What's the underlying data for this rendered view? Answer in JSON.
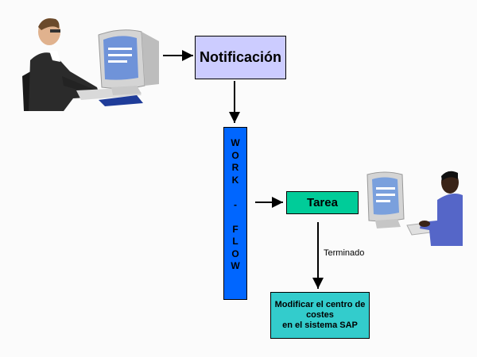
{
  "diagram": {
    "nodes": {
      "notification": "Notificación",
      "workflow_letters": [
        "W",
        "O",
        "R",
        "K",
        "",
        "-",
        "",
        "F",
        "L",
        "O",
        "W"
      ],
      "task": "Tarea",
      "modify_lines": [
        "Modificar el centro de",
        "costes",
        "en el sistema SAP"
      ]
    },
    "edge_labels": {
      "finished": "Terminado"
    },
    "colors": {
      "notification_fill": "#ccccff",
      "workflow_fill": "#0066ff",
      "task_fill": "#00cc99",
      "modify_fill": "#33cccc"
    },
    "illustrations": {
      "left": "man-at-computer-illustration",
      "right": "person-at-computer-illustration"
    }
  }
}
